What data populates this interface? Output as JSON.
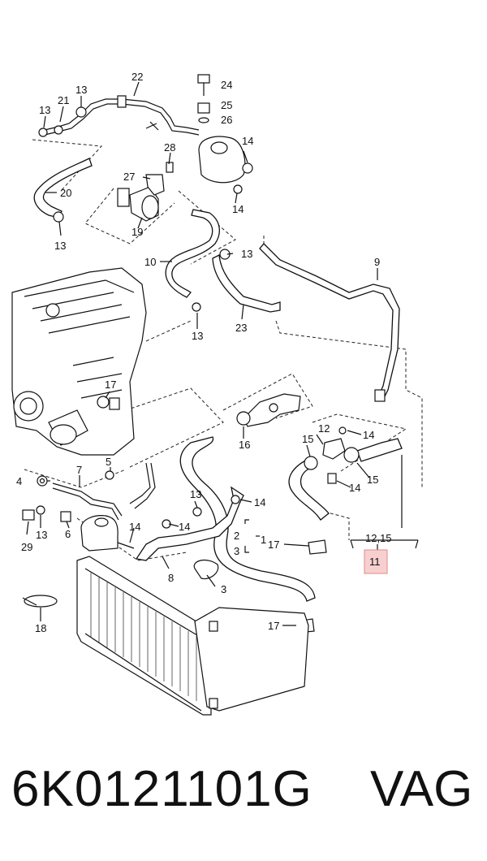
{
  "callouts": [
    "1",
    "2",
    "3",
    "3",
    "4",
    "5",
    "6",
    "7",
    "8",
    "9",
    "10",
    "11",
    "12",
    "12,15",
    "13",
    "13",
    "13",
    "13",
    "13",
    "13",
    "13",
    "14",
    "14",
    "14",
    "14",
    "14",
    "14",
    "14",
    "15",
    "15",
    "16",
    "17",
    "17",
    "17",
    "18",
    "19",
    "20",
    "21",
    "22",
    "23",
    "24",
    "25",
    "26",
    "27",
    "28",
    "29"
  ],
  "highlight": {
    "label": "11",
    "color": "#f7cfcf"
  },
  "caption": {
    "part_number": "6K0121101G",
    "brand": "VAG"
  }
}
